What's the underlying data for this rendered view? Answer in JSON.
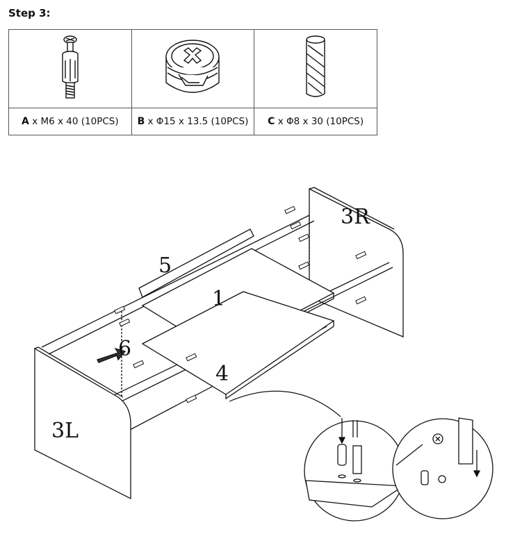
{
  "step": {
    "title": "Step 3:"
  },
  "parts": [
    {
      "letter": "A",
      "spec": "x M6 x 40 (10PCS)",
      "icon": "cam-bolt-icon"
    },
    {
      "letter": "B",
      "spec": "x Φ15 x 13.5 (10PCS)",
      "icon": "cam-lock-nut-icon"
    },
    {
      "letter": "C",
      "spec": "x Φ8 x 30 (10PCS)",
      "icon": "wooden-dowel-icon"
    }
  ],
  "panels": {
    "p1": "1",
    "p3L": "3L",
    "p3R": "3R",
    "p4": "4",
    "p5": "5",
    "p6": "6"
  }
}
